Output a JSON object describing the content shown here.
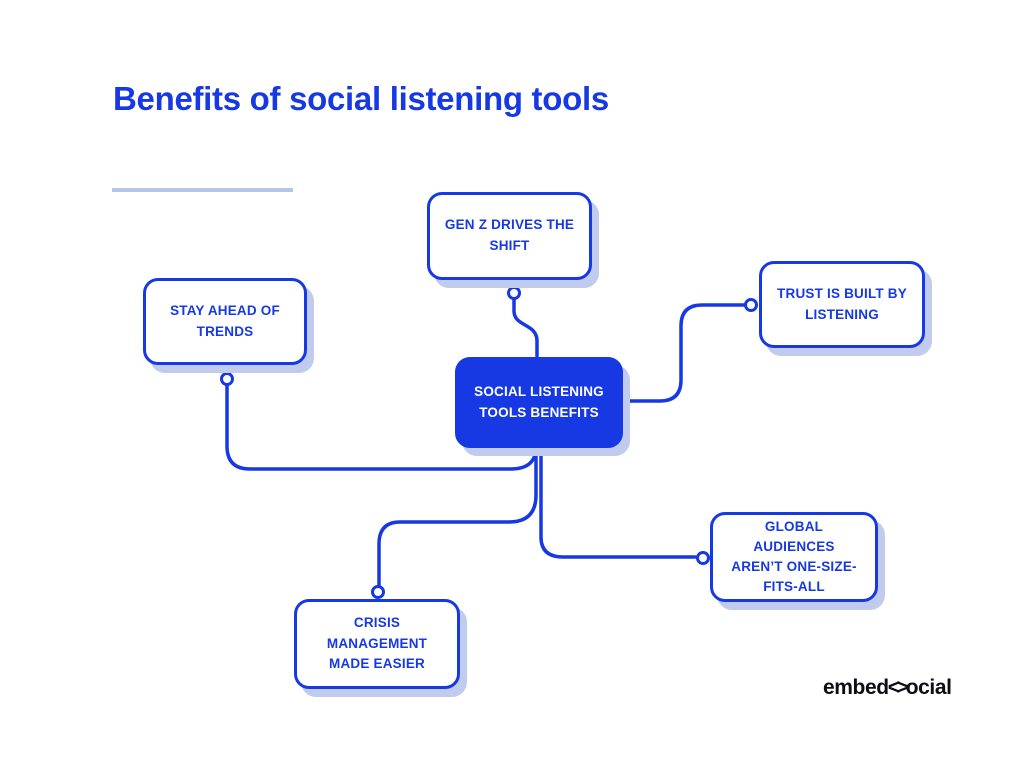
{
  "title": "Benefits of social listening tools",
  "mindmap": {
    "center": {
      "label": "SOCIAL LISTENING\nTOOLS BENEFITS"
    },
    "nodes": [
      {
        "id": "gen-z",
        "label": "GEN Z DRIVES THE\nSHIFT"
      },
      {
        "id": "trust",
        "label": "TRUST IS BUILT BY\nLISTENING"
      },
      {
        "id": "stay",
        "label": "STAY AHEAD OF\nTRENDS"
      },
      {
        "id": "global",
        "label": "GLOBAL\nAUDIENCES\nAREN’T ONE-SIZE-\nFITS-ALL"
      },
      {
        "id": "crisis",
        "label": "CRISIS\nMANAGEMENT\nMADE EASIER"
      }
    ]
  },
  "logo": {
    "prefix": "embed",
    "glyph": "<>",
    "suffix": "ocial"
  },
  "colors": {
    "accent": "#1639e4",
    "node_shadow": "#c0cbee",
    "divider": "#b5c4ea",
    "background": "#ffffff",
    "logo": "#0d0d12"
  }
}
